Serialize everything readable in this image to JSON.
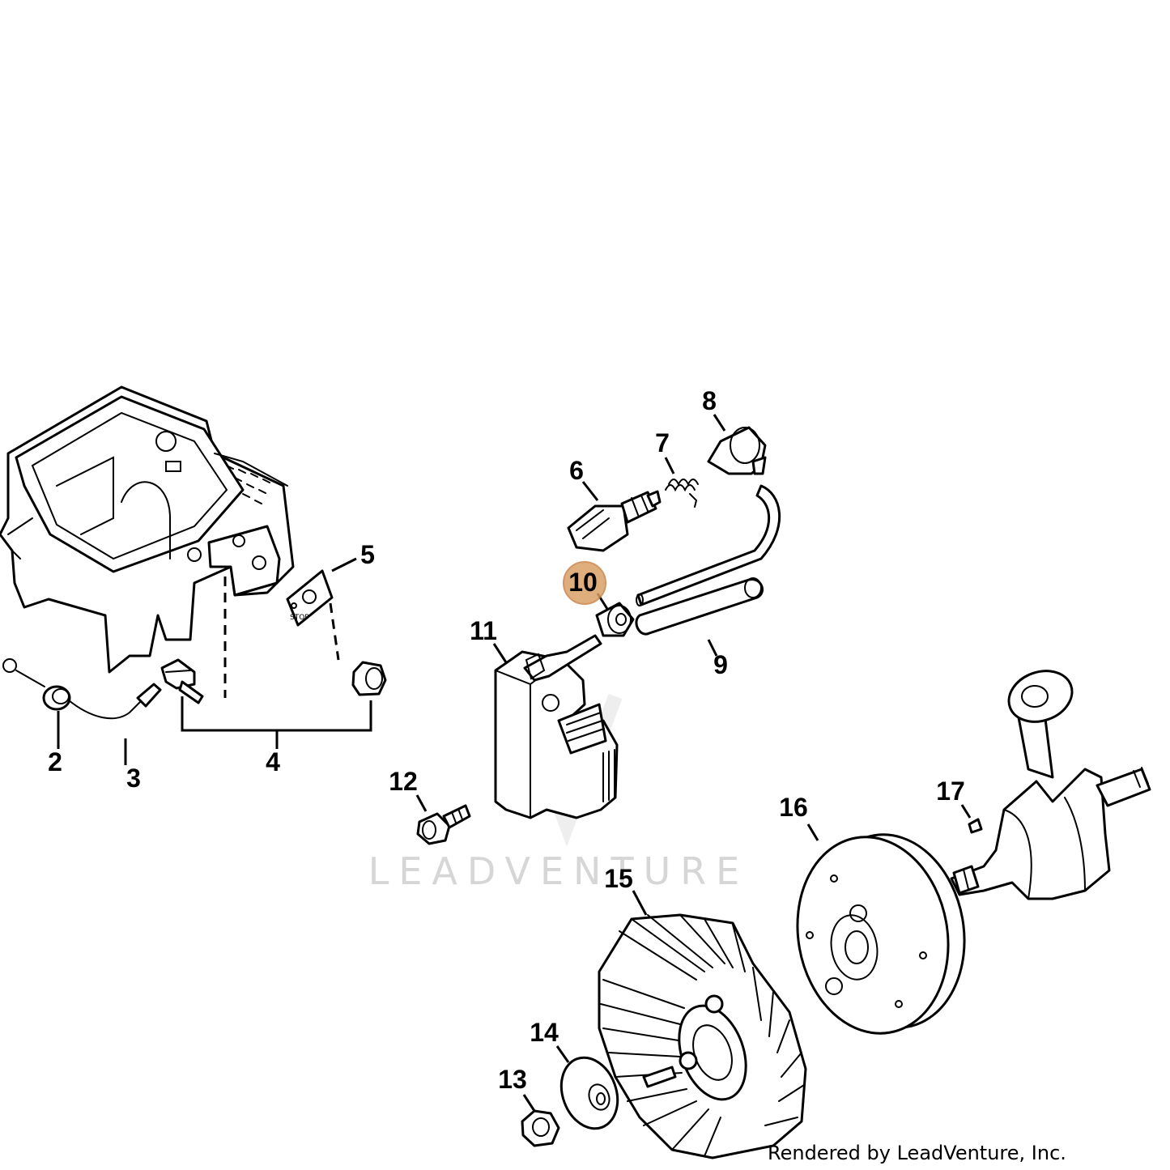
{
  "diagram": {
    "watermark": "LEADVENTURE",
    "credit": "Rendered by LeadVenture, Inc.",
    "decal_text": "STOP",
    "highlight_color": "#d9a066",
    "highlighted_callout": "10",
    "callouts": [
      {
        "id": "2",
        "label": "2"
      },
      {
        "id": "3",
        "label": "3"
      },
      {
        "id": "4",
        "label": "4"
      },
      {
        "id": "5",
        "label": "5"
      },
      {
        "id": "6",
        "label": "6"
      },
      {
        "id": "7",
        "label": "7"
      },
      {
        "id": "8",
        "label": "8"
      },
      {
        "id": "9",
        "label": "9"
      },
      {
        "id": "10",
        "label": "10"
      },
      {
        "id": "11",
        "label": "11"
      },
      {
        "id": "12",
        "label": "12"
      },
      {
        "id": "13",
        "label": "13"
      },
      {
        "id": "14",
        "label": "14"
      },
      {
        "id": "15",
        "label": "15"
      },
      {
        "id": "16",
        "label": "16"
      },
      {
        "id": "17",
        "label": "17"
      }
    ]
  }
}
